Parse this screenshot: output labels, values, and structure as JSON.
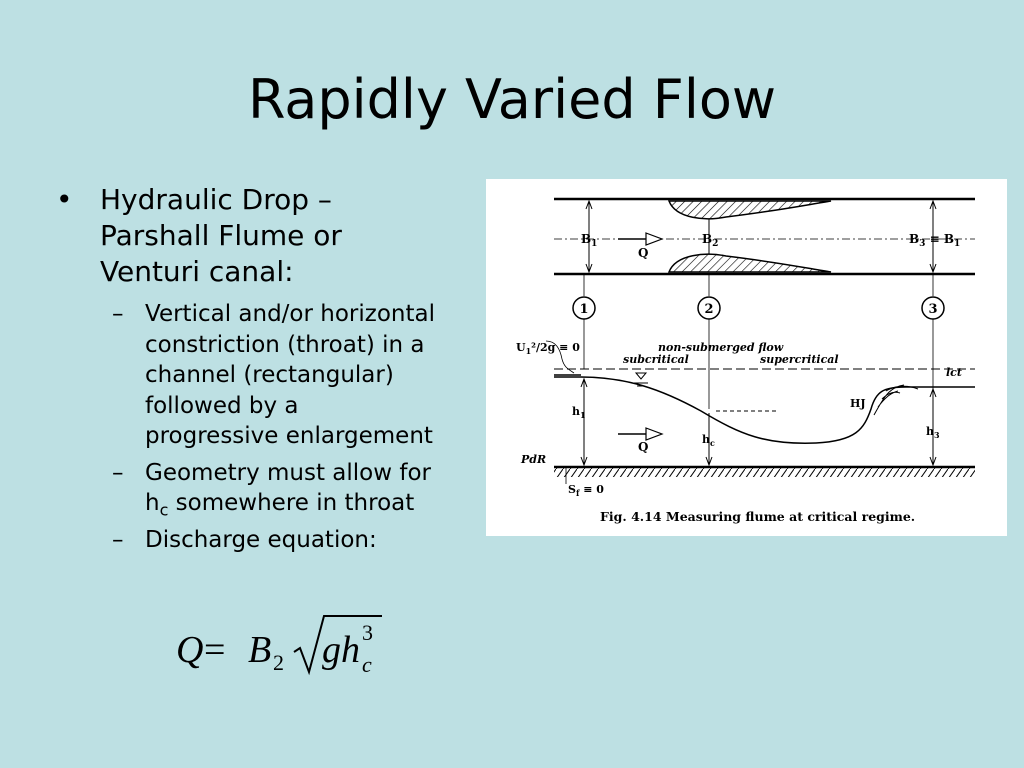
{
  "slide": {
    "title": "Rapidly Varied Flow",
    "bullet": {
      "line1": "Hydraulic Drop –",
      "line2": "Parshall Flume or",
      "line3": "Venturi canal:"
    },
    "subbullets": {
      "s1": [
        "Vertical and/or horizontal",
        "constriction (throat) in a",
        "channel (rectangular)",
        "followed by a",
        "progressive enlargement"
      ],
      "s2_line1": "Geometry must allow for",
      "s2_h": "h",
      "s2_sub": "c",
      "s2_rest": " somewhere in throat",
      "s3": "Discharge equation:"
    },
    "equation": {
      "lhs": "Q",
      "eq": "=",
      "B": "B",
      "B_sub": "2",
      "gh": "gh",
      "h_sub": "c",
      "h_sup": "3"
    },
    "bullet_glyph": "•",
    "dash_glyph": "–"
  },
  "figure": {
    "plan": {
      "B1": "B",
      "B1_sub": "1",
      "B2": "B",
      "B2_sub": "2",
      "B3": "B",
      "B3_sub": "3",
      "B3_equiv": " ≡ B",
      "B3_equiv_sub": "1",
      "Q": "Q"
    },
    "sections": [
      "1",
      "2",
      "3"
    ],
    "profile": {
      "energy_head": "U",
      "energy_head_sub": "1",
      "energy_head_rest": "²/2g  ≡ 0",
      "flow_type": "non-submerged flow",
      "subcritical": "subcritical",
      "supercritical": "supercritical",
      "lct": "lct",
      "HJ": "HJ",
      "h1": "h",
      "h1_sub": "1",
      "hc": "h",
      "hc_sub": "c",
      "h3": "h",
      "h3_sub": "3",
      "Q": "Q",
      "PdR": "PdR",
      "Sf": "S",
      "Sf_sub": "f",
      "Sf_rest": " ≡ 0"
    },
    "caption": "Fig. 4.14  Measuring flume at critical regime."
  }
}
